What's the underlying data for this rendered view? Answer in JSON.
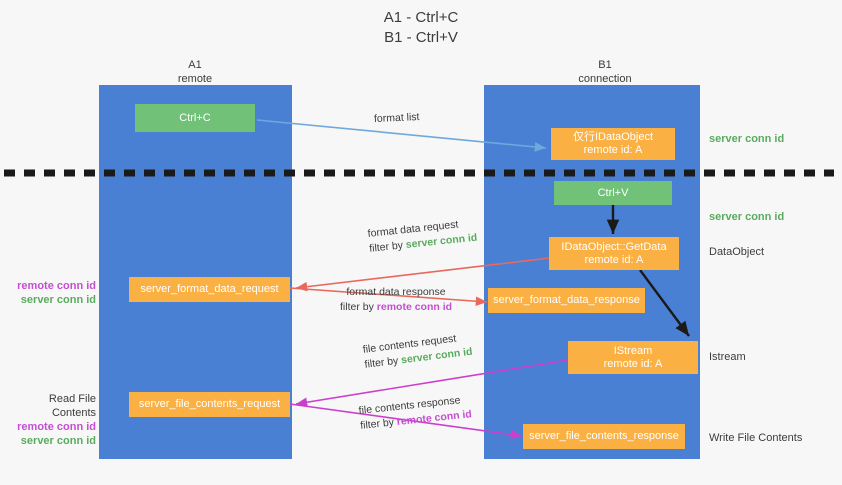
{
  "title": {
    "line1": "A1 - Ctrl+C",
    "line2": "B1 - Ctrl+V"
  },
  "colors": {
    "lane": "#4a80d4",
    "green_box": "#72c178",
    "orange_box": "#fbb043",
    "server_conn_id": "#5aab5f",
    "remote_conn_id": "#c44fd0",
    "arrow_blue": "#6fa8dc",
    "arrow_red": "#e8695c",
    "arrow_magenta": "#cc3fcc",
    "arrow_black": "#1a1a1a",
    "background": "#f7f7f7"
  },
  "lanes": [
    {
      "id": "a1",
      "name": "A1",
      "subtitle": "remote"
    },
    {
      "id": "b1",
      "name": "B1",
      "subtitle": "connection"
    }
  ],
  "boxes": {
    "ctrl_c": {
      "label": "Ctrl+C"
    },
    "ctrl_v": {
      "label": "Ctrl+V"
    },
    "idataobject": {
      "line1": "仅行IDataObject",
      "line2": "remote id: A"
    },
    "getdata": {
      "line1": "IDataObject::GetData",
      "line2": "remote id: A"
    },
    "istream": {
      "line1": "IStream",
      "line2": "remote id: A"
    },
    "server_format_data_request": {
      "label": "server_format_data_request"
    },
    "server_format_data_response": {
      "label": "server_format_data_response"
    },
    "server_file_contents_request": {
      "label": "server_file_contents_request"
    },
    "server_file_contents_response": {
      "label": "server_file_contents_response"
    }
  },
  "right_notes": [
    {
      "id": "note-server-conn-1",
      "text": "server conn id",
      "kind": "green"
    },
    {
      "id": "note-server-conn-2",
      "text": "server conn id",
      "kind": "green"
    },
    {
      "id": "note-dataobject",
      "text": "DataObject",
      "kind": "dark"
    },
    {
      "id": "note-istream",
      "text": "Istream",
      "kind": "dark"
    },
    {
      "id": "note-write-file",
      "text": "Write File Contents",
      "kind": "dark"
    }
  ],
  "left_notes": {
    "group1": {
      "remote": "remote conn id",
      "server": "server conn id"
    },
    "group2": {
      "heading": "Read File Contents",
      "remote": "remote conn id",
      "server": "server conn id"
    }
  },
  "captions": {
    "format_list": {
      "text": "format list"
    },
    "format_data_request": {
      "line1": "format data request",
      "filter_prefix": "filter by ",
      "filter_key": "server conn id"
    },
    "format_data_response": {
      "line1": "format data response",
      "filter_prefix": "filter by ",
      "filter_key": "remote conn id"
    },
    "file_contents_request": {
      "line1": "file contents request",
      "filter_prefix": "filter by ",
      "filter_key": "server conn id"
    },
    "file_contents_response": {
      "line1": "file contents response",
      "filter_prefix": "filter by ",
      "filter_key": "remote conn id"
    }
  }
}
